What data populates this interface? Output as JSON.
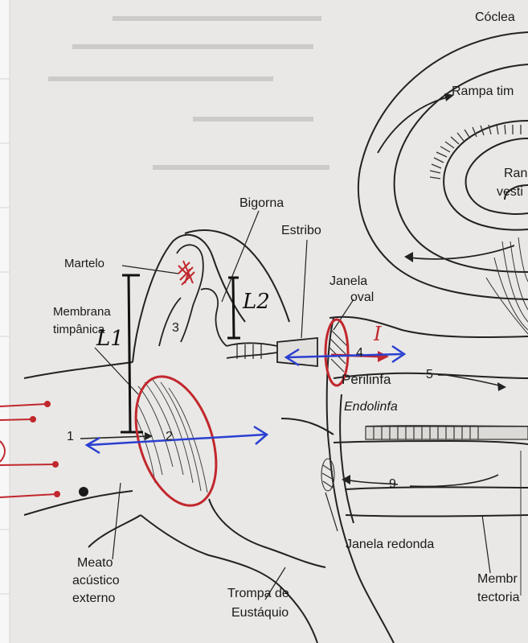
{
  "labels": {
    "coclea": "Cóclea",
    "rampa_timpanica": "Rampa tim",
    "rampa_vestibular_1": "Ran",
    "rampa_vestibular_2": "vesti",
    "bigorna": "Bigorna",
    "estribo": "Estribo",
    "martelo": "Martelo",
    "janela_oval_1": "Janela",
    "janela_oval_2": "oval",
    "membrana_timpanica_1": "Membrana",
    "membrana_timpanica_2": "timpânica",
    "perilinfa": "Perilinfa",
    "endolinfa": "Endolinfa",
    "janela_redonda": "Janela redonda",
    "meato_1": "Meato",
    "meato_2": "acústico",
    "meato_3": "externo",
    "trompa_1": "Trompa de",
    "trompa_2": "Eustáquio",
    "membrana_tectoria_1": "Membr",
    "membrana_tectoria_2": "tectoria"
  },
  "numbers": {
    "n1": "1",
    "n2": "2",
    "n3": "3",
    "n4": "4",
    "n5": "5",
    "n9": "9"
  },
  "annotations": {
    "l1": "L1",
    "l2": "L2",
    "i_mark": "I"
  },
  "colors": {
    "ink": "#1a1a1a",
    "annotation_red": "#c1272d",
    "annotation_blue": "#2a3fd1",
    "paper": "#e9e8e6"
  }
}
